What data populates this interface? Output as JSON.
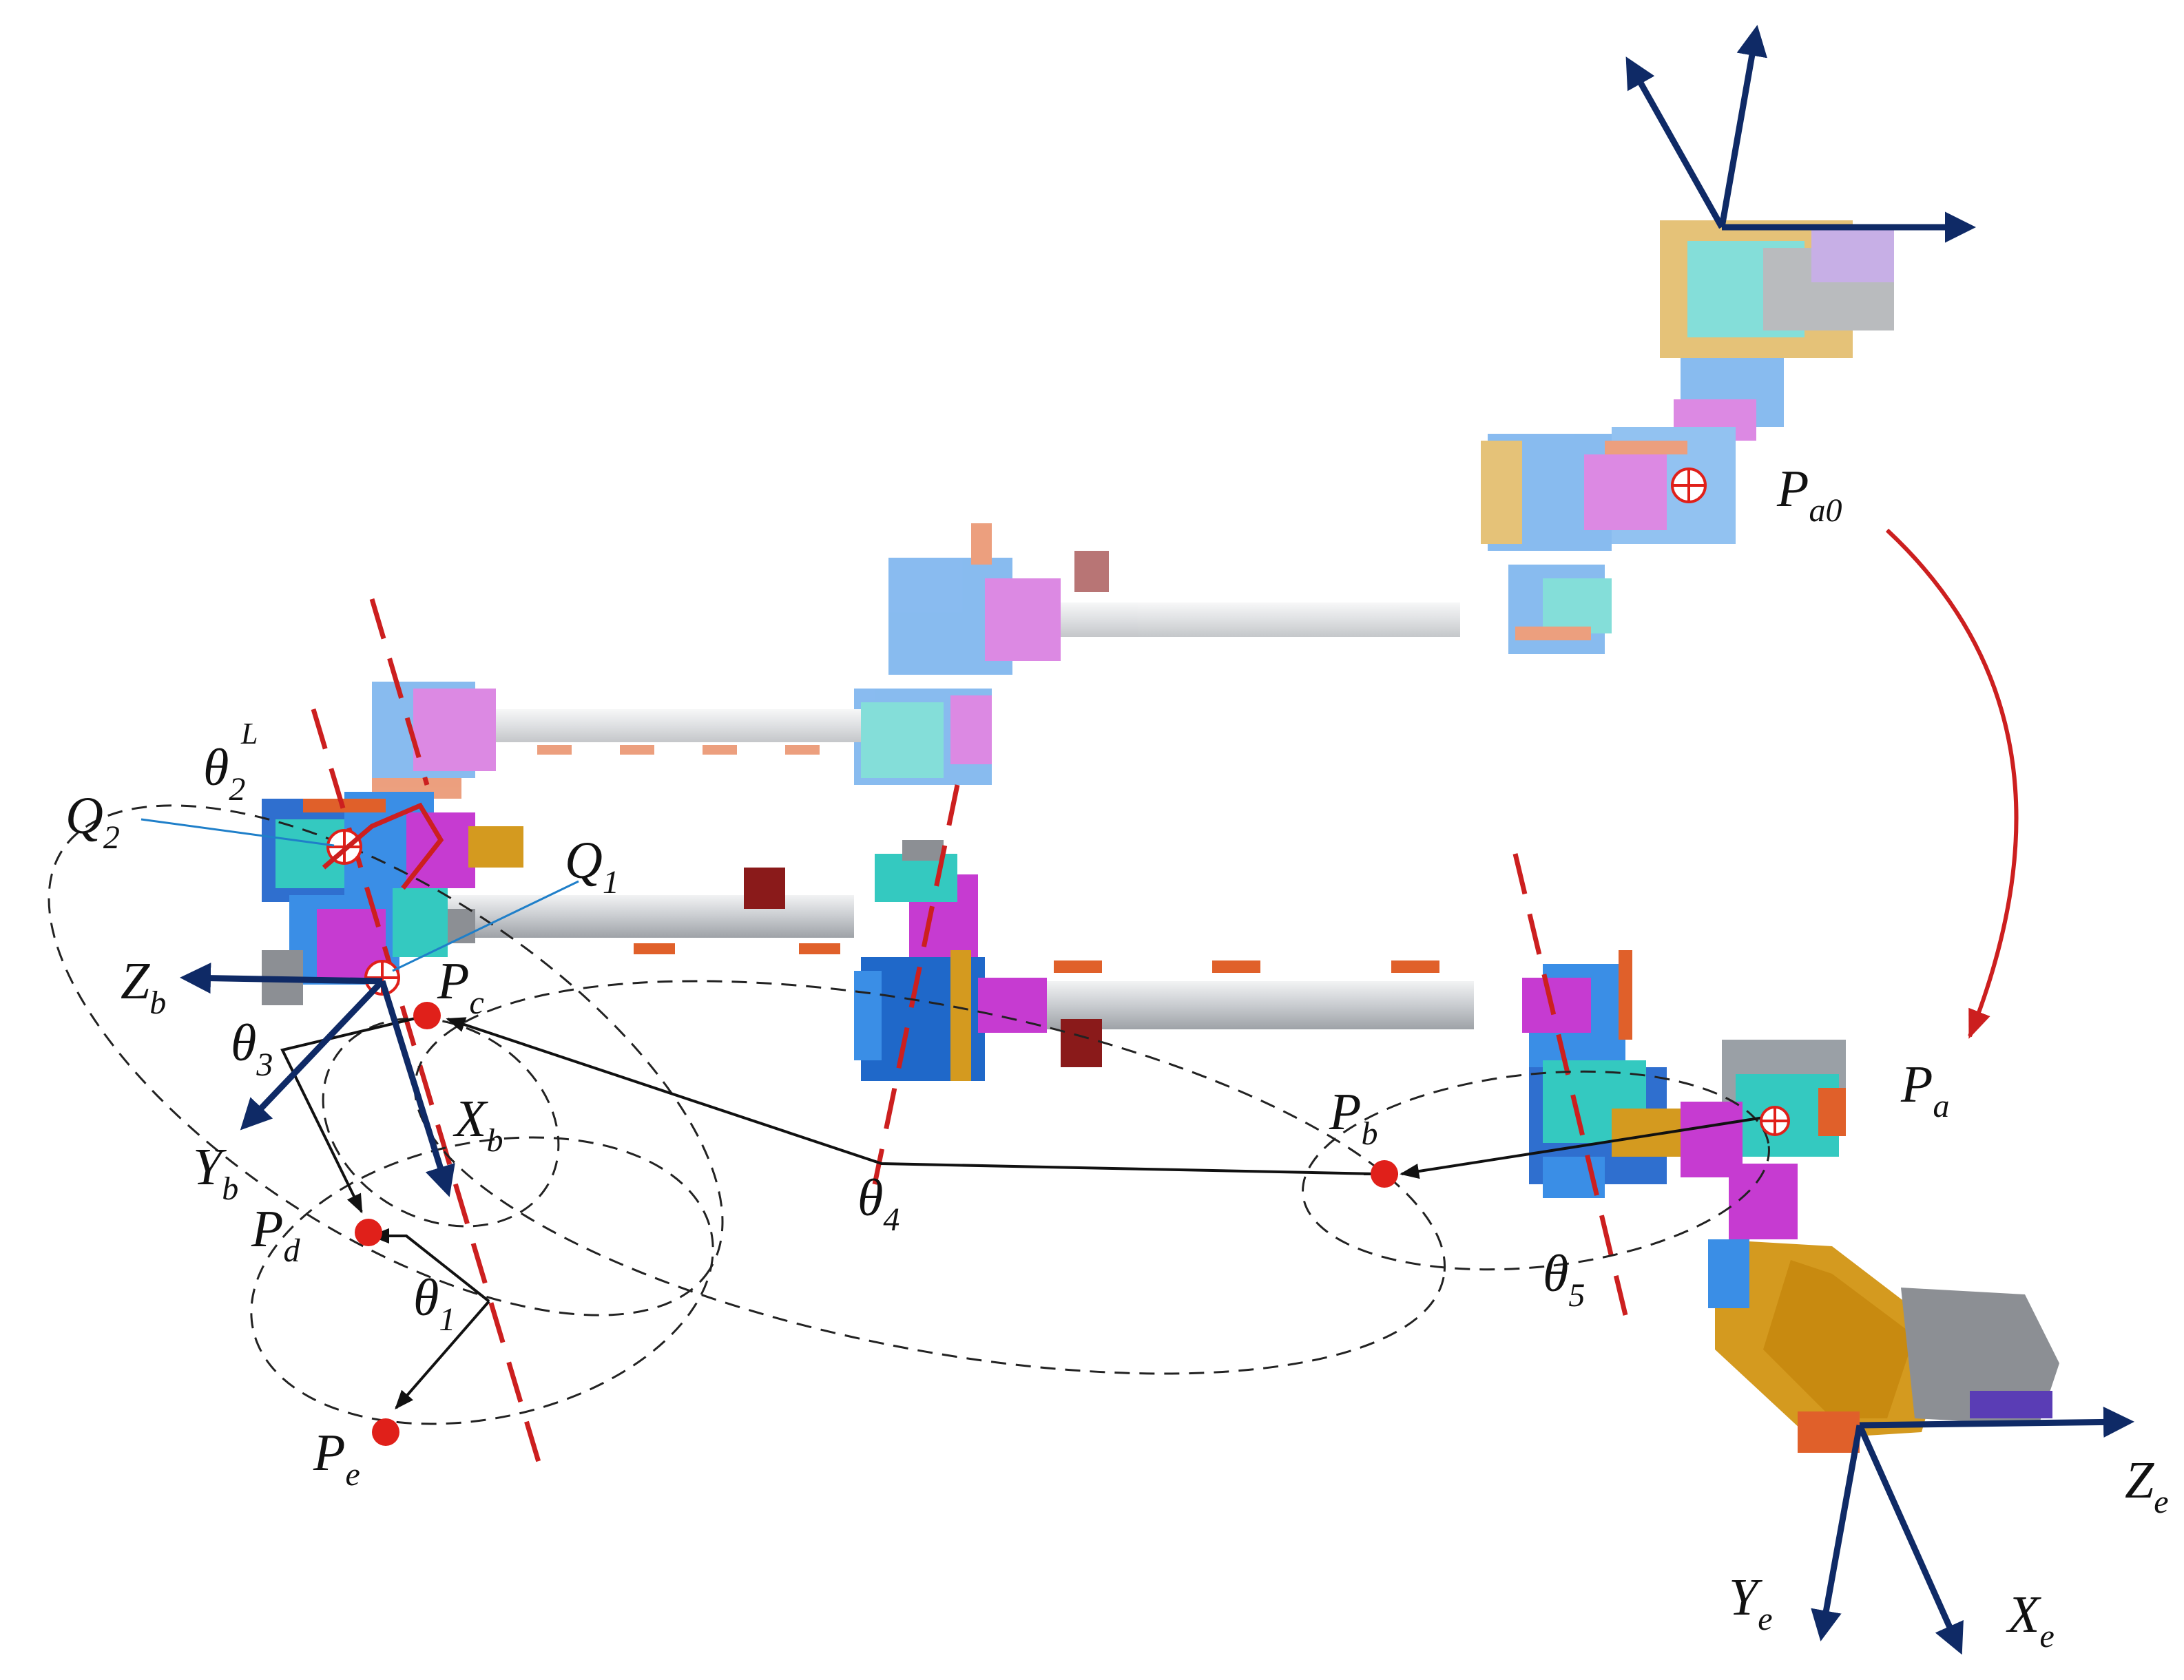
{
  "colors": {
    "frame_axis": "#0f2a66",
    "dashed_axis": "#cc1f1f",
    "path": "#cc1f1f",
    "point": "#e0201a",
    "pipe": "#d3d6d9",
    "joint_blue": "#3a8ee6",
    "joint_magenta": "#c63bd1",
    "joint_cyan": "#34c9c0",
    "bracket": "#e0602a",
    "gold": "#d49a1f",
    "gray": "#8c8f94"
  },
  "labels": {
    "pa0": {
      "main": "P",
      "sub": "a0"
    },
    "pa": {
      "main": "P",
      "sub": "a"
    },
    "pb": {
      "main": "P",
      "sub": "b"
    },
    "pc": {
      "main": "P",
      "sub": "c"
    },
    "pd": {
      "main": "P",
      "sub": "d"
    },
    "pe": {
      "main": "P",
      "sub": "e"
    },
    "q1": {
      "main": "Q",
      "sub": "1"
    },
    "q2": {
      "main": "Q",
      "sub": "2"
    },
    "zb": {
      "main": "Z",
      "sub": "b"
    },
    "yb": {
      "main": "Y",
      "sub": "b"
    },
    "xb": {
      "main": "X",
      "sub": "b"
    },
    "ze": {
      "main": "Z",
      "sub": "e"
    },
    "ye": {
      "main": "Y",
      "sub": "e"
    },
    "xe": {
      "main": "X",
      "sub": "e"
    },
    "theta1": {
      "main": "θ",
      "sub": "1"
    },
    "theta3": {
      "main": "θ",
      "sub": "3"
    },
    "theta4": {
      "main": "θ",
      "sub": "4"
    },
    "theta5": {
      "main": "θ",
      "sub": "5"
    },
    "theta2L": {
      "main": "θ",
      "sub": "2",
      "sup": "L"
    }
  }
}
